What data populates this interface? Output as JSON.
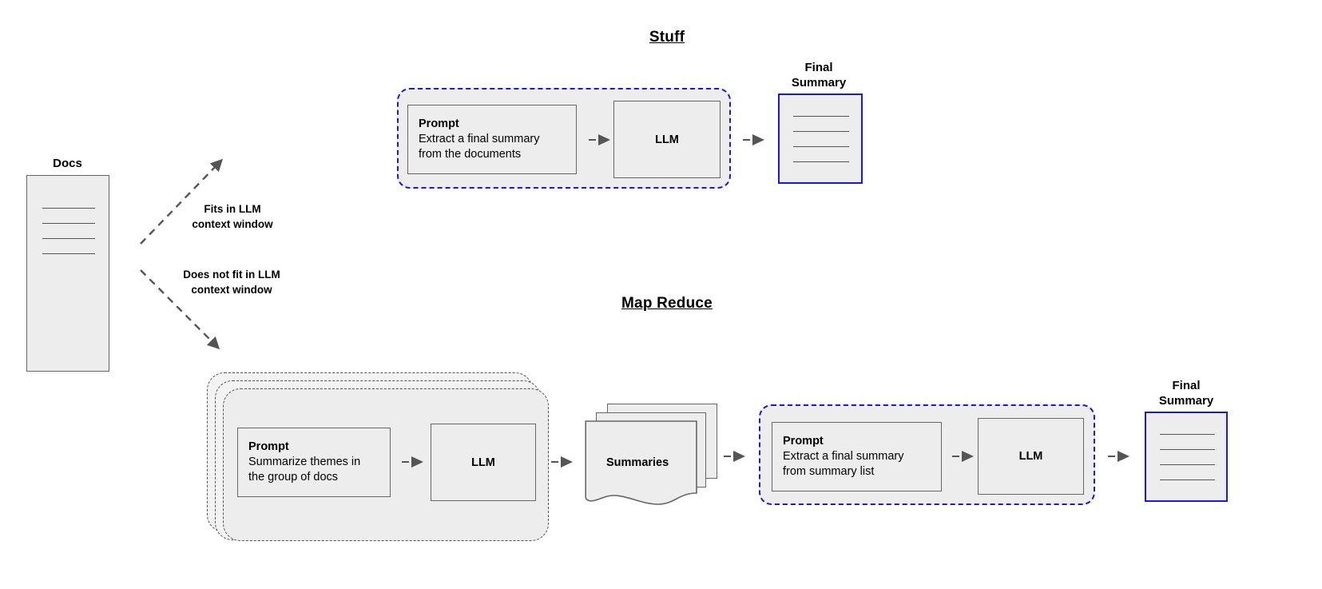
{
  "diagram": {
    "sections": [
      {
        "id": "stuff",
        "title": "Stuff"
      },
      {
        "id": "map_reduce",
        "title": "Map Reduce"
      }
    ],
    "source": {
      "label": "Docs",
      "line_count": 4
    },
    "edges": [
      {
        "id": "fits",
        "line1": "Fits in LLM",
        "line2": "context window"
      },
      {
        "id": "not_fits",
        "line1": "Does not fit in LLM",
        "line2": "context window"
      }
    ],
    "stuff": {
      "prompt": {
        "title": "Prompt",
        "line1": "Extract a final summary",
        "line2": "from the documents"
      },
      "llm": {
        "label": "LLM"
      },
      "output": {
        "caption_line1": "Final",
        "caption_line2": "Summary",
        "line_count": 4
      }
    },
    "map_reduce": {
      "map_group": {
        "stack_count": 3,
        "prompt": {
          "title": "Prompt",
          "line1": "Summarize themes in",
          "line2": "the group of docs"
        },
        "llm": {
          "label": "LLM"
        }
      },
      "summaries": {
        "label": "Summaries",
        "sheet_count": 3
      },
      "reduce_group": {
        "prompt": {
          "title": "Prompt",
          "line1": "Extract a final summary",
          "line2": "from summary list"
        },
        "llm": {
          "label": "LLM"
        }
      },
      "output": {
        "caption_line1": "Final",
        "caption_line2": "Summary",
        "line_count": 4
      }
    },
    "colors": {
      "accent_blue": "#1818e0",
      "shape_fill": "#ededed",
      "shape_stroke": "#666666",
      "arrow": "#555555",
      "text": "#000000"
    }
  }
}
